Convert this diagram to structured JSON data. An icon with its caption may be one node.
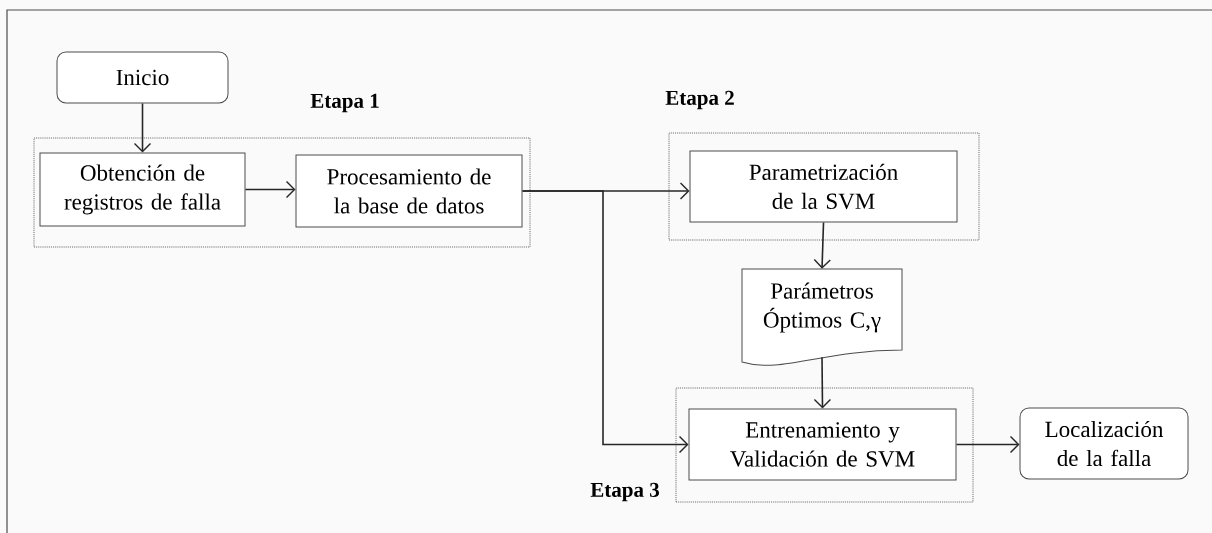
{
  "diagram": {
    "nodes": [
      {
        "text": [
          "Inicio"
        ]
      },
      {
        "text": [
          "Etapa 1"
        ]
      },
      {
        "text": [
          "Obtención de registros de falla"
        ],
        "in": 1
      },
      {
        "text": [
          "Procesamiento de la base de datos"
        ],
        "in": 1
      },
      {
        "text": [
          "Etapa 2"
        ]
      },
      {
        "text": [
          "Parametrización de la SVM"
        ],
        "in": 4
      },
      {
        "text": [
          "Parámetros Óptimos C,γ"
        ]
      },
      {
        "text": [
          "Etapa 3"
        ]
      },
      {
        "text": [
          "Entrenamiento y Validación de SVM"
        ],
        "in": 7
      },
      {
        "text": [
          "Localización de la falla"
        ]
      }
    ],
    "edges": [
      {
        "from": 0,
        "to": 2,
        "arrow": "to"
      },
      {
        "from": 2,
        "to": 3,
        "arrow": "to"
      },
      {
        "from": 5,
        "to": 6,
        "arrow": "to"
      },
      {
        "from": 3,
        "to": 5,
        "arrow": "to"
      },
      {
        "from": 3,
        "to": 8,
        "arrow": "to"
      },
      {
        "from": 6,
        "to": 8,
        "arrow": "to"
      },
      {
        "from": 8,
        "to": 9,
        "arrow": "to"
      }
    ]
  }
}
